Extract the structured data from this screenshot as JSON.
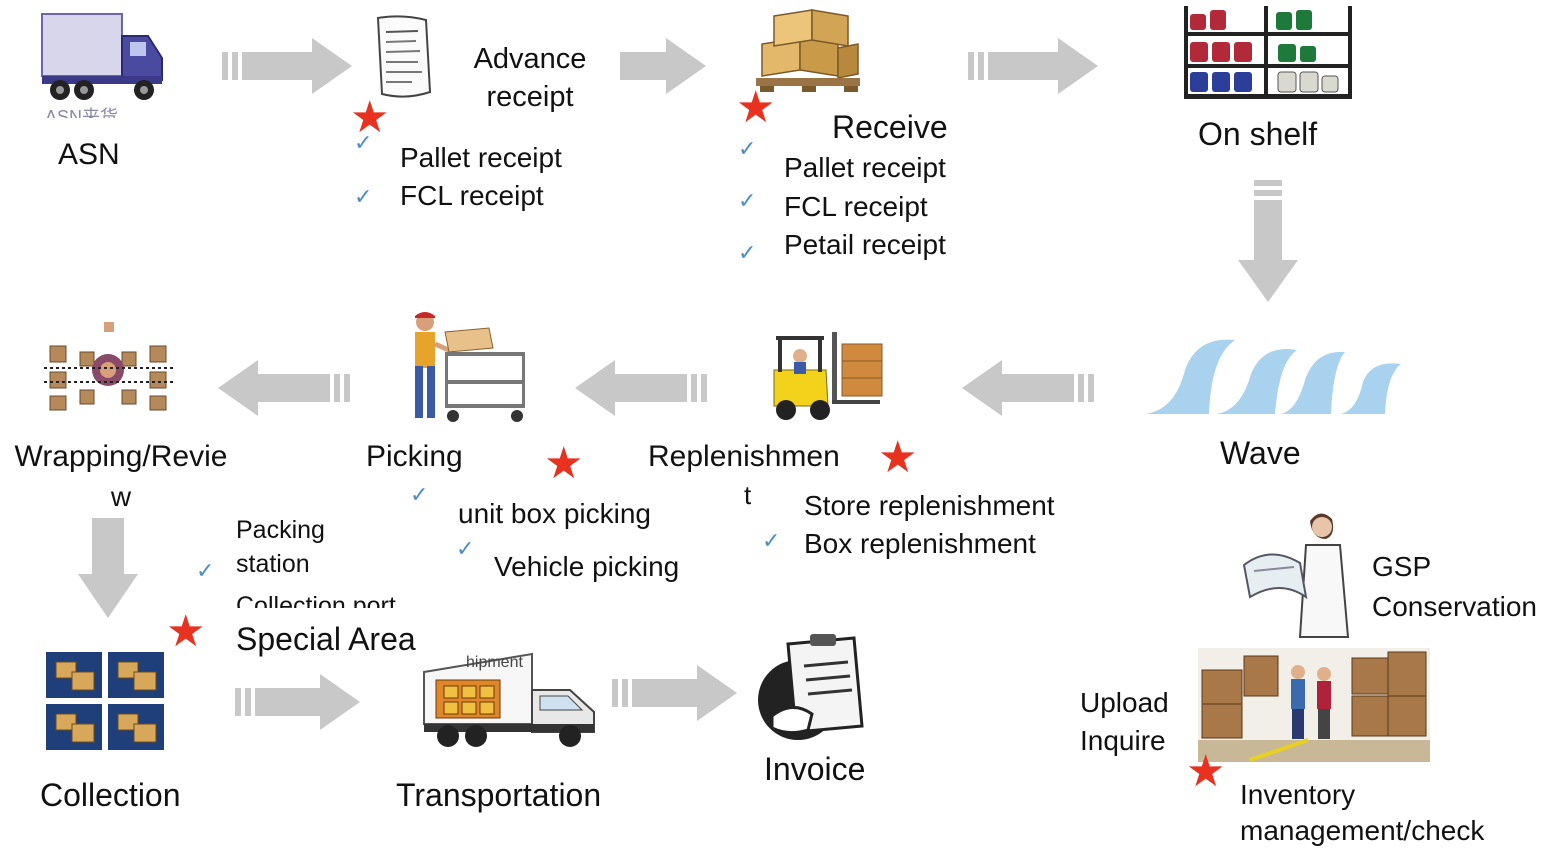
{
  "stages": {
    "asn": {
      "label": "ASN",
      "caption": "ASN来货"
    },
    "advance_receipt": {
      "label_line1": "Advance",
      "label_line2": "receipt",
      "items": [
        "Pallet receipt",
        "FCL receipt"
      ]
    },
    "receive": {
      "label": "Receive",
      "items": [
        "Pallet receipt",
        "FCL receipt",
        "Petail receipt"
      ]
    },
    "on_shelf": {
      "label": "On shelf"
    },
    "wave": {
      "label": "Wave"
    },
    "replenishment": {
      "label_line1": "Replenishmen",
      "label_line2": "t",
      "items": [
        "Store replenishment",
        "Box replenishment"
      ]
    },
    "picking": {
      "label": "Picking",
      "items": [
        "unit box picking",
        "Vehicle picking"
      ]
    },
    "wrapping": {
      "label_line1": "Wrapping/Revie",
      "label_line2": "w",
      "items": [
        "Packing",
        "station",
        "Collection port"
      ]
    },
    "special_area": {
      "label": "Special Area"
    },
    "collection": {
      "label": "Collection"
    },
    "transportation": {
      "label": "Transportation",
      "truck_text": "hipment"
    },
    "invoice": {
      "label": "Invoice"
    },
    "gsp": {
      "label_line1": "GSP",
      "label_line2": "Conservation"
    },
    "upload": {
      "label_line1": "Upload",
      "label_line2": "Inquire"
    },
    "inventory": {
      "label_line1": "Inventory",
      "label_line2": "management/check"
    }
  },
  "icons": [
    "truck-icon",
    "receipt-document-icon",
    "pallet-boxes-icon",
    "shelf-icon",
    "wave-icon",
    "forklift-icon",
    "worker-cart-icon",
    "wrapping-icon",
    "collection-boxes-icon",
    "delivery-truck-icon",
    "invoice-clipboard-icon",
    "inspector-icon",
    "warehouse-staff-icon"
  ],
  "colors": {
    "arrow": "#c8c8c8",
    "star": "#e8321f",
    "check": "#4a8fc6",
    "wave": "#a9d2ee"
  }
}
